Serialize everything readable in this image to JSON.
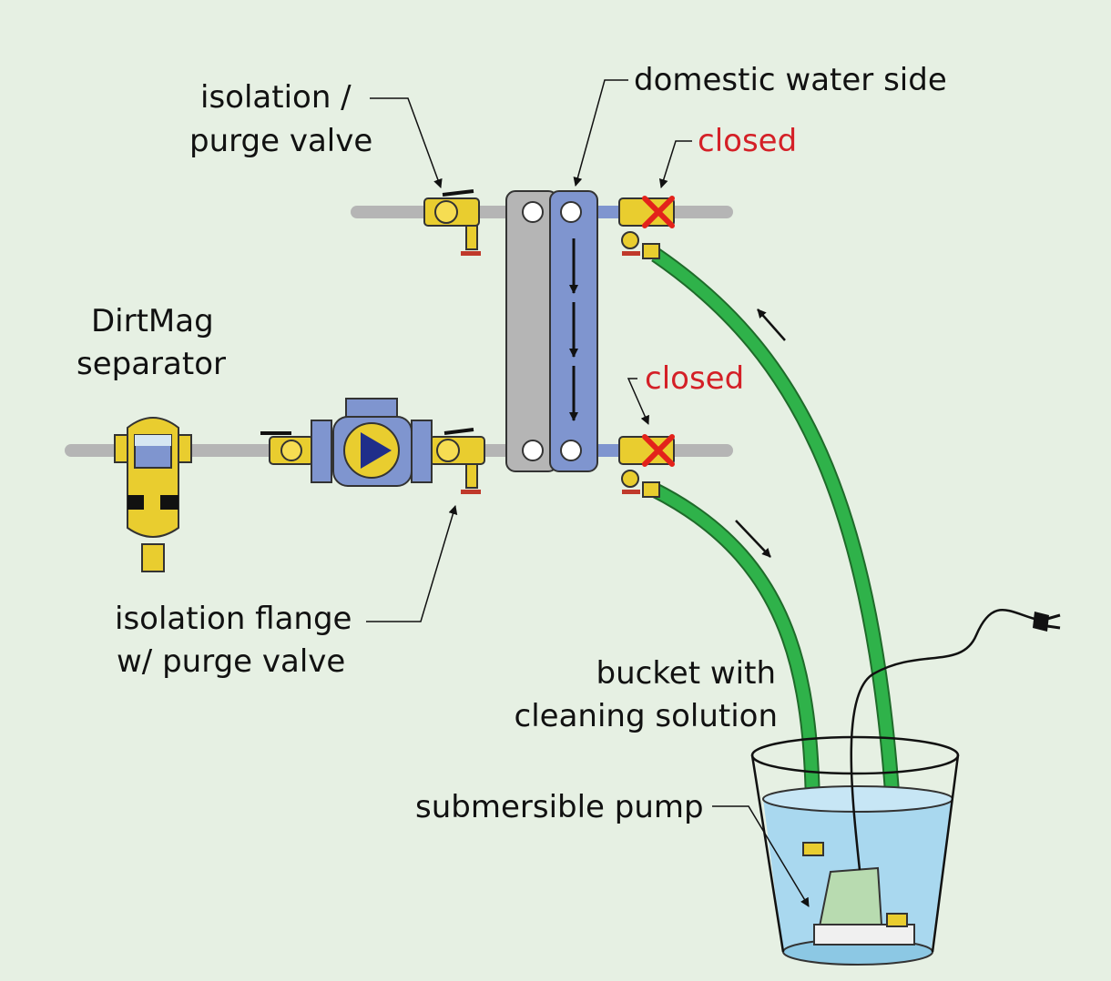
{
  "labels": {
    "isolation_purge_1": "isolation /",
    "isolation_purge_2": "purge valve",
    "domestic": "domestic water side",
    "closed_top": "closed",
    "closed_bottom": "closed",
    "dirtmag_1": "DirtMag",
    "dirtmag_2": "separator",
    "flange_1": "isolation flange",
    "flange_2": "w/ purge valve",
    "bucket_1": "bucket with",
    "bucket_2": "cleaning solution",
    "sub_pump": "submersible pump"
  },
  "colors": {
    "background": "#e6f0e3",
    "pipe": "#b5b5b5",
    "domestic_side": "#7f95cf",
    "hose": "#2fb24a",
    "brass": "#e9cd2f",
    "closed_x": "#e3221b",
    "water": "#a9d8ef",
    "pump_body": "#b8dbb0"
  },
  "icons": {
    "closed_valve": "red-x-icon",
    "pump": "circulator-pump-icon",
    "plug": "electric-plug-icon"
  }
}
